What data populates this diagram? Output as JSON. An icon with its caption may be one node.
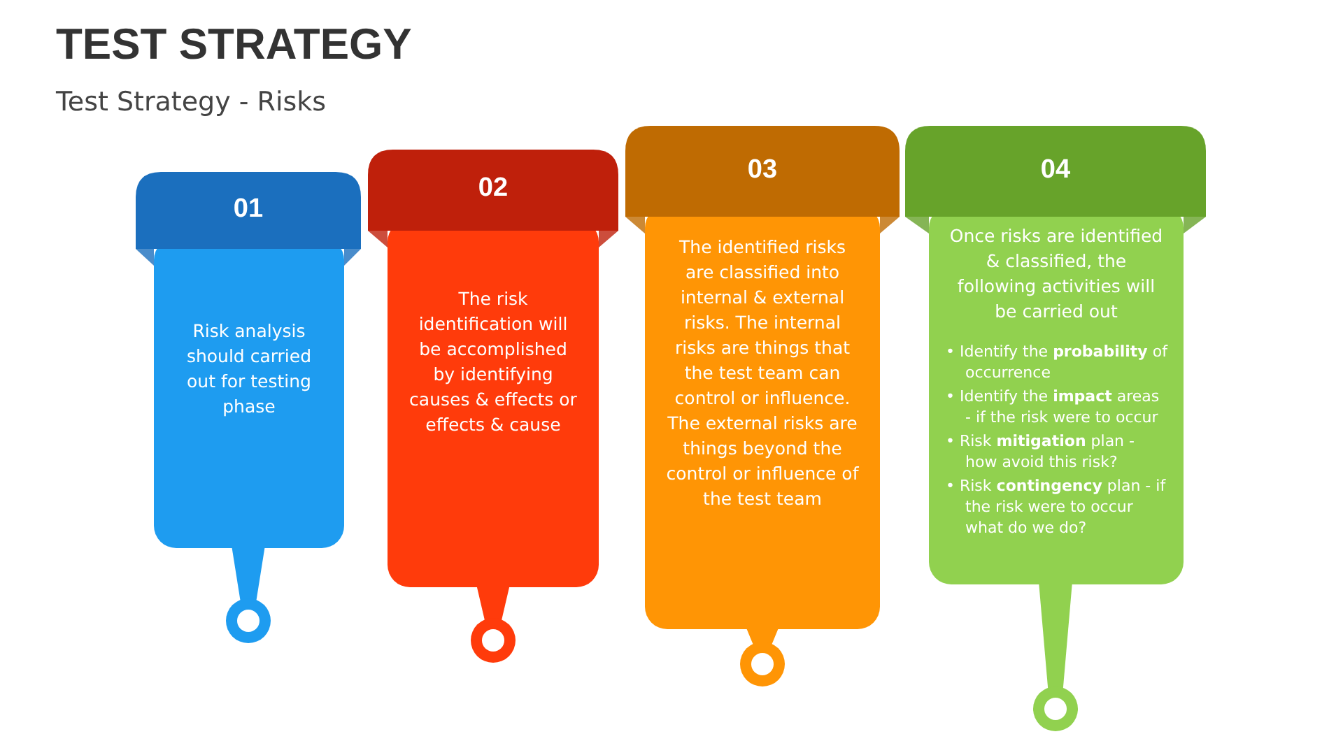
{
  "diagram": {
    "title": "TEST STRATEGY",
    "labels": [
      "Test Strategy - Risks"
    ],
    "nodes": [
      {
        "text": [
          "01",
          "Risk analysis should carried out for testing phase"
        ]
      },
      {
        "text": [
          "02",
          "The risk identification will be accomplished by identifying causes & effects or effects & cause"
        ]
      },
      {
        "text": [
          "03",
          "The identified risks are classified into internal & external risks. The internal risks are things that the test team can control or influence. The external risks are things beyond the control or influence of the test team"
        ]
      },
      {
        "text": [
          "04",
          "Once risks are identified & classified, the following activities will be carried out",
          "• Identify the **probability** of occurrence",
          "• Identify the **impact** areas - if the risk were to occur",
          "• Risk **mitigation** plan - how avoid this risk?",
          "• Risk **contingency** plan - if the risk were to occur what do we do?"
        ]
      }
    ]
  }
}
